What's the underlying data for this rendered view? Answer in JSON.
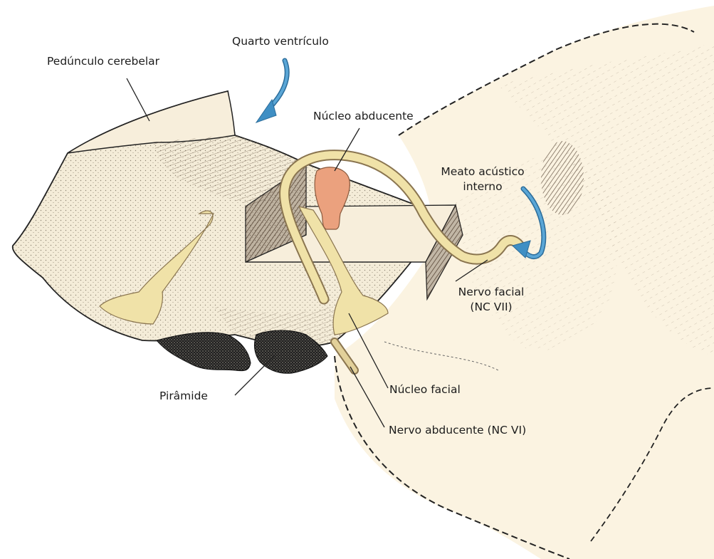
{
  "labels": {
    "quarto_ventriculo": "Quarto ventrículo",
    "pedunculo_cerebelar": "Pedúnculo cerebelar",
    "nucleo_abducente": "Núcleo abducente",
    "meato_acustico_l1": "Meato acústico",
    "meato_acustico_l2": "interno",
    "nervo_facial_l1": "Nervo facial",
    "nervo_facial_l2": "(NC VII)",
    "piramide": "Pirâmide",
    "nucleo_facial": "Núcleo facial",
    "nervo_abducente": "Nervo abducente (NC VI)"
  },
  "colors": {
    "background": "#ffffff",
    "skull_fill": "#fbf3e1",
    "brainstem_fill": "#f4ecd8",
    "cut_face_fill": "#f7eedb",
    "block_dark": "#5a4838",
    "nerve_fill": "#f0e2a8",
    "nerve_stroke": "#8a7550",
    "abducens_nucleus": "#eba17e",
    "pyramid_fill": "#1f1f1f",
    "arrow_blue": "#3f8fc4",
    "ink": "#1c1c1c"
  }
}
